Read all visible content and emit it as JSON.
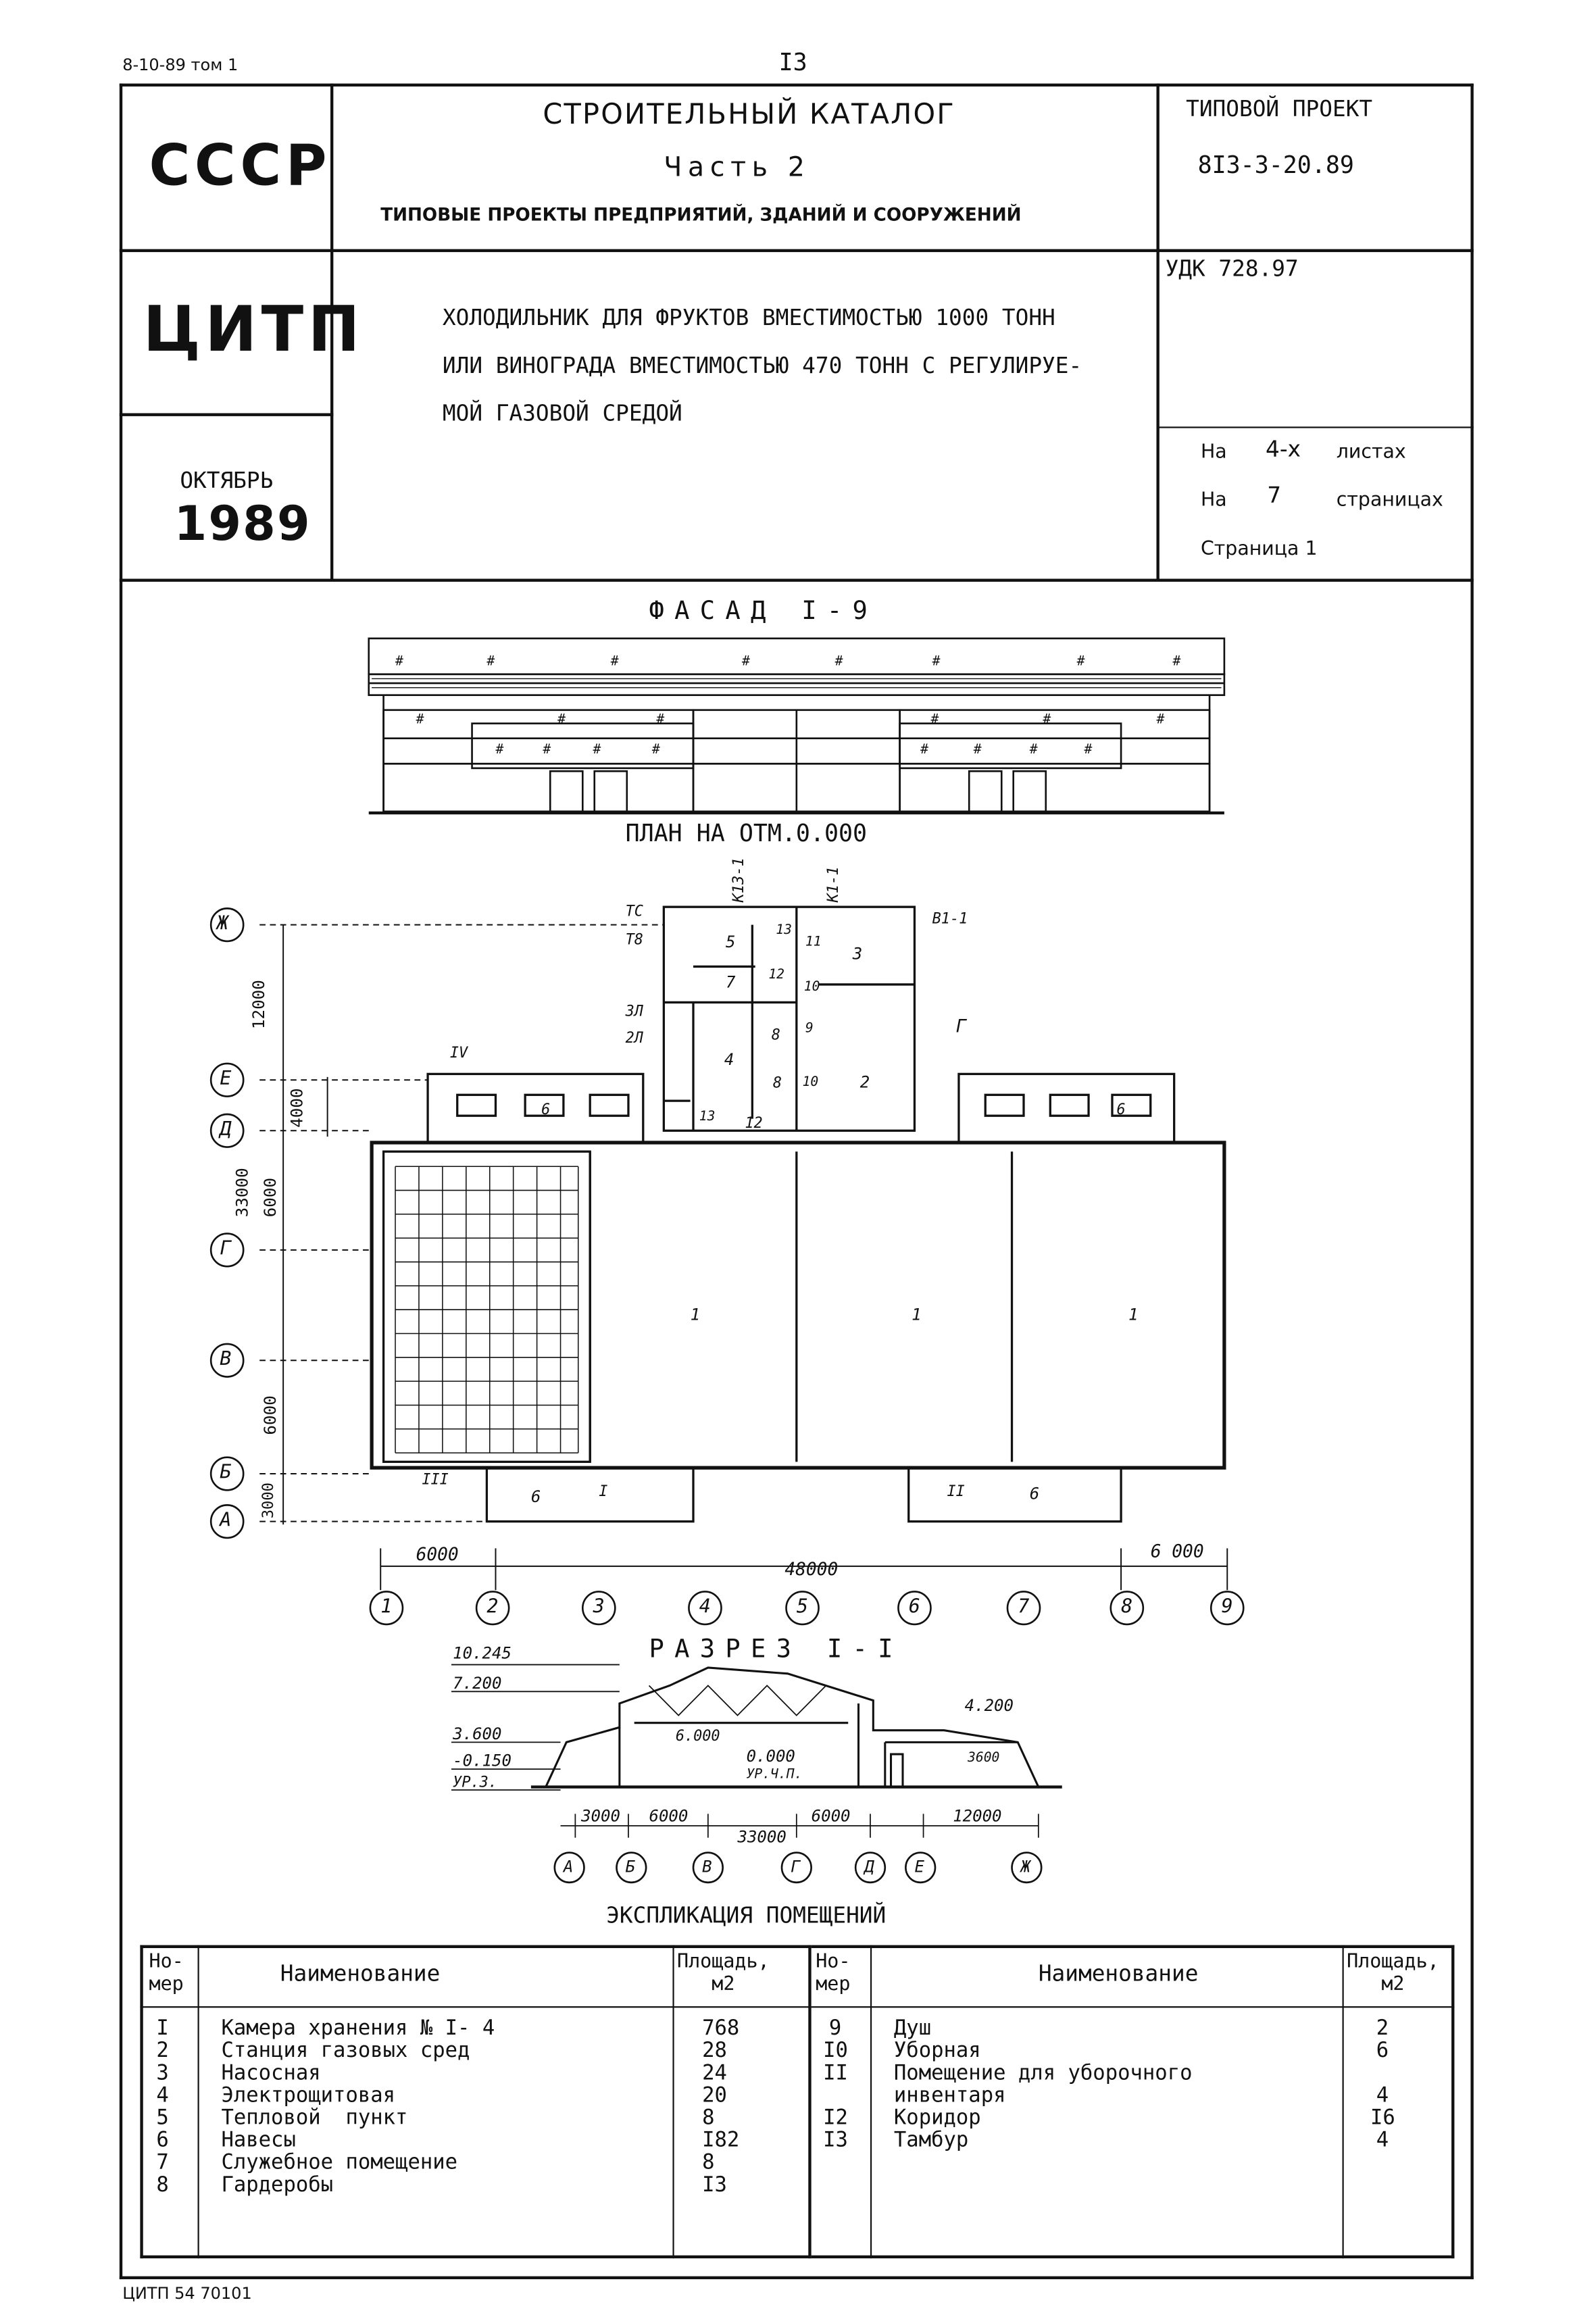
{
  "top_left": "8-10-89 том 1",
  "page_number": "I3",
  "header": {
    "ussr": "СССР",
    "catalog_title": "СТРОИТЕЛЬНЫЙ КАТАЛОГ",
    "part": "Часть 2",
    "part_subtitle": "ТИПОВЫЕ ПРОЕКТЫ ПРЕДПРИЯТИЙ, ЗДАНИЙ И СООРУЖЕНИЙ",
    "project_label": "ТИПОВОЙ ПРОЕКТ",
    "project_number": "8I3-3-20.89",
    "org": "ЦИТП",
    "udk": "УДК 728.97",
    "title_line1": "ХОЛОДИЛЬНИК ДЛЯ ФРУКТОВ ВМЕСТИМОСТЬЮ 1000 ТОНН",
    "title_line2": "ИЛИ ВИНОГРАДА ВМЕСТИМОСТЬЮ 470 ТОНН  С РЕГУЛИРУЕ-",
    "title_line3": "МОЙ ГАЗОВОЙ СРЕДОЙ",
    "month": "ОКТЯБРЬ",
    "year": "1989",
    "sheets_prefix": "На",
    "sheets_value": "4-х",
    "sheets_unit": "листах",
    "pages_prefix": "На",
    "pages_value": "7",
    "pages_unit": "страницах",
    "page_label": "Страница 1"
  },
  "drawings": {
    "facade_title": "ФАСАД I-9",
    "plan_title": "ПЛАН НА ОТМ.0.000",
    "section_title": "РАЗРЕЗ I-I",
    "explication_title": "ЭКСПЛИКАЦИЯ ПОМЕЩЕНИЙ",
    "plan_axes_letters": [
      "Ж",
      "Е",
      "Д",
      "Г",
      "В",
      "Б",
      "А"
    ],
    "plan_axes_numbers": [
      "1",
      "2",
      "3",
      "4",
      "5",
      "6",
      "7",
      "8",
      "9"
    ],
    "plan_dims_vertical": [
      "12000",
      "4000",
      "33000",
      "6000",
      "6000",
      "3000"
    ],
    "plan_dims_horizontal": [
      "6000",
      "48000",
      "6 000"
    ],
    "plan_marks": [
      "ТС",
      "Т8",
      "К13-1",
      "К1-1",
      "В1-1",
      "3Л",
      "2Л",
      "Г",
      "IV",
      "III",
      "II",
      "I"
    ],
    "room_labels": [
      "5",
      "13",
      "11",
      "3",
      "7",
      "12",
      "10",
      "9",
      "4",
      "8",
      "2",
      "8",
      "10",
      "13",
      "12",
      "6",
      "6",
      "1",
      "1",
      "1",
      "6",
      "6"
    ],
    "section_levels": [
      "10.245",
      "7.200",
      "3.600",
      "-0.150",
      "УР.З.",
      "4.200",
      "6.000",
      "0.000",
      "УР.Ч.П.",
      "3600"
    ],
    "section_dims": [
      "3000",
      "6000",
      "33000",
      "6000",
      "12000"
    ],
    "section_axes": [
      "А",
      "Б",
      "В",
      "Г",
      "Д",
      "Е",
      "Ж"
    ]
  },
  "explication": {
    "headers": {
      "number": "Но-\nмер",
      "name": "Наименование",
      "area": "Площадь,\nм2"
    },
    "left": [
      {
        "num": "I",
        "name": "Камера хранения № I- 4",
        "area": "768"
      },
      {
        "num": "2",
        "name": "Станция газовых сред",
        "area": "28"
      },
      {
        "num": "3",
        "name": "Насосная",
        "area": "24"
      },
      {
        "num": "4",
        "name": "Электрощитовая",
        "area": "20"
      },
      {
        "num": "5",
        "name": "Тепловой  пункт",
        "area": "8"
      },
      {
        "num": "6",
        "name": "Навесы",
        "area": "I82"
      },
      {
        "num": "7",
        "name": "Служебное помещение",
        "area": "8"
      },
      {
        "num": "8",
        "name": "Гардеробы",
        "area": "I3"
      }
    ],
    "right": [
      {
        "num": "9",
        "name": "Душ",
        "area": "2"
      },
      {
        "num": "I0",
        "name": "Уборная",
        "area": "6"
      },
      {
        "num": "II",
        "name": "Помещение для уборочного",
        "area": ""
      },
      {
        "num": "",
        "name": "инвентаря",
        "area": "4"
      },
      {
        "num": "I2",
        "name": "Коридор",
        "area": "I6"
      },
      {
        "num": "I3",
        "name": "Тамбур",
        "area": "4"
      }
    ]
  },
  "footer": "ЦИТП 54 70101"
}
